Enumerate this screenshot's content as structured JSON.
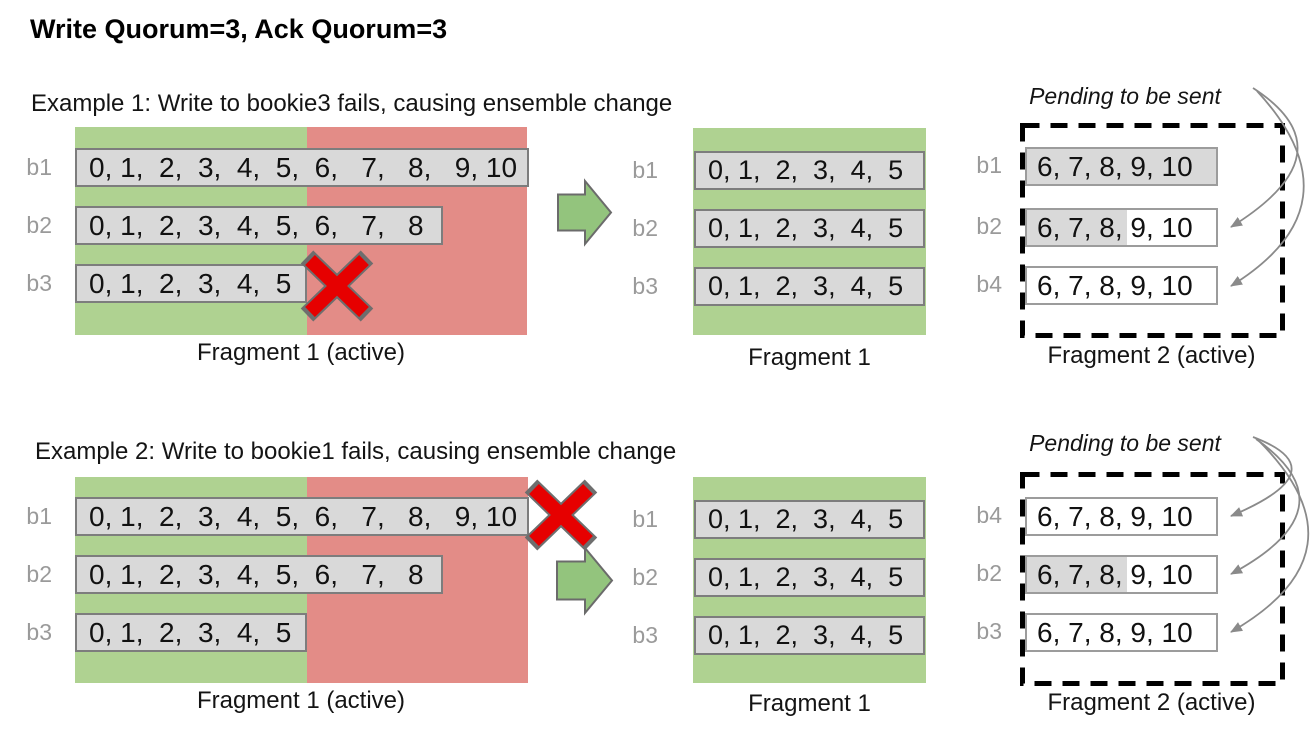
{
  "title": "Write Quorum=3, Ack Quorum=3",
  "colors": {
    "ensemble_green": "#afd291",
    "failed_red": "#e38c87",
    "entry_box_gray": "#d9d9d9",
    "arrow_green": "#93c47d",
    "fail_x_red": "#e60000",
    "bookie_label_gray": "#9a9a9a"
  },
  "examples": [
    {
      "label": "Example 1: Write to bookie3 fails, causing ensemble change",
      "fragment1_active": {
        "caption": "Fragment 1 (active)",
        "rows": [
          {
            "bookie": "b1",
            "entries": "0, 1,  2,  3,  4,  5,  6,   7,   8,   9, 10",
            "failed": false
          },
          {
            "bookie": "b2",
            "entries": "0, 1,  2,  3,  4,  5,  6,   7,   8",
            "failed": false
          },
          {
            "bookie": "b3",
            "entries": "0, 1,  2,  3,  4,  5",
            "failed": true
          }
        ]
      },
      "fragment1": {
        "caption": "Fragment 1",
        "rows": [
          {
            "bookie": "b1",
            "entries": "0, 1,  2,  3,  4,  5"
          },
          {
            "bookie": "b2",
            "entries": "0, 1,  2,  3,  4,  5"
          },
          {
            "bookie": "b3",
            "entries": "0, 1,  2,  3,  4,  5"
          }
        ]
      },
      "fragment2": {
        "pending_label": "Pending to be sent",
        "caption": "Fragment 2 (active)",
        "rows": [
          {
            "bookie": "b1",
            "entries": "6, 7, 8, 9, 10",
            "fill": "gray",
            "pending_arrow": false
          },
          {
            "bookie": "b2",
            "entries": "6, 7, 8, 9, 10",
            "fill": "partial-gray",
            "pending_arrow": true
          },
          {
            "bookie": "b4",
            "entries": "6, 7, 8, 9, 10",
            "fill": "white",
            "pending_arrow": true
          }
        ]
      }
    },
    {
      "label": "Example 2: Write to bookie1 fails, causing ensemble change",
      "fragment1_active": {
        "caption": "Fragment 1 (active)",
        "rows": [
          {
            "bookie": "b1",
            "entries": "0, 1,  2,  3,  4,  5,  6,   7,   8,   9, 10",
            "failed": true
          },
          {
            "bookie": "b2",
            "entries": "0, 1,  2,  3,  4,  5,  6,   7,   8",
            "failed": false
          },
          {
            "bookie": "b3",
            "entries": "0, 1,  2,  3,  4,  5",
            "failed": false
          }
        ]
      },
      "fragment1": {
        "caption": "Fragment 1",
        "rows": [
          {
            "bookie": "b1",
            "entries": "0, 1,  2,  3,  4,  5"
          },
          {
            "bookie": "b2",
            "entries": "0, 1,  2,  3,  4,  5"
          },
          {
            "bookie": "b3",
            "entries": "0, 1,  2,  3,  4,  5"
          }
        ]
      },
      "fragment2": {
        "pending_label": "Pending to be sent",
        "caption": "Fragment 2 (active)",
        "rows": [
          {
            "bookie": "b4",
            "entries": "6, 7, 8, 9, 10",
            "fill": "white",
            "pending_arrow": true
          },
          {
            "bookie": "b2",
            "entries": "6, 7, 8, 9, 10",
            "fill": "partial-gray",
            "pending_arrow": true
          },
          {
            "bookie": "b3",
            "entries": "6, 7, 8, 9, 10",
            "fill": "white",
            "pending_arrow": true
          }
        ]
      }
    }
  ]
}
